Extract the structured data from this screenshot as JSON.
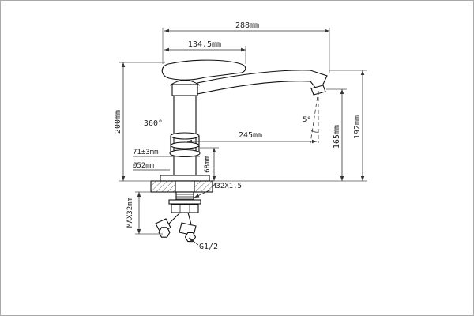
{
  "page": {
    "background": "#ffffff",
    "ink": "#1f1f1f",
    "dim_line_color": "#333333"
  },
  "drawing": {
    "labels": {
      "overall_width": "288mm",
      "handle_length": "134.5mm",
      "overall_height_left": "200mm",
      "swivel_rotation": "360°",
      "spout_reach": "245mm",
      "outlet_height": "165mm",
      "spout_top_height": "192mm",
      "outlet_angle": "5°",
      "base_height": "71±3mm",
      "base_diameter": "Ø52mm",
      "body_above_deck": "68mm",
      "mounting_thread": "M32X1.5",
      "max_deck_thickness": "MAX32mm",
      "inlet_connection": "G1/2"
    }
  }
}
